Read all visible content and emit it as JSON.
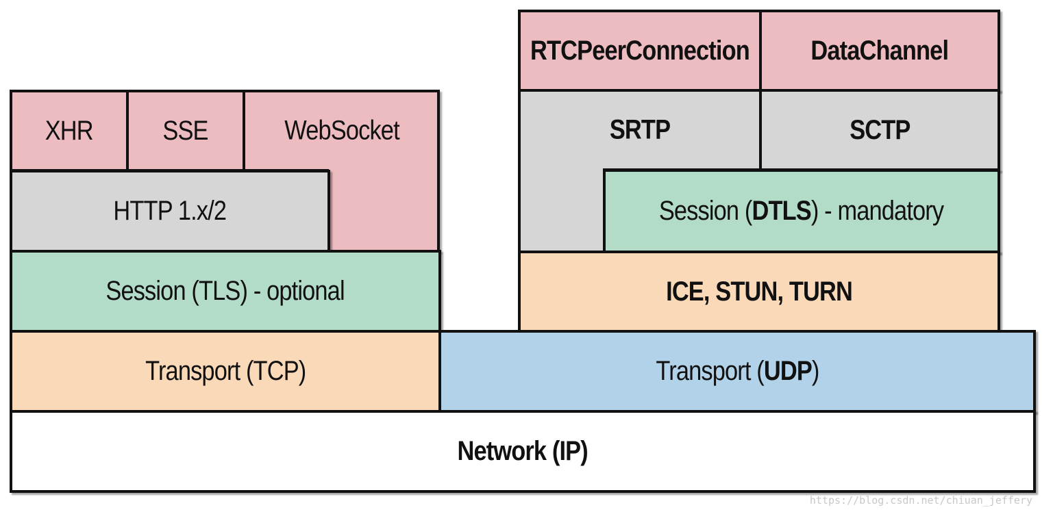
{
  "colors": {
    "api": "#ecbcc1",
    "protocol": "#d6d6d6",
    "session": "#b2dcc8",
    "transport_tcp": "#fad9b9",
    "transport_udp": "#b1d2e8",
    "network": "#ffffff",
    "border": "#111111"
  },
  "left_stack": {
    "xhr": "XHR",
    "sse": "SSE",
    "websocket": "WebSocket",
    "http": "HTTP 1.x/2",
    "session_tls": "Session (TLS) - optional",
    "transport_tcp": "Transport (TCP)"
  },
  "right_stack": {
    "rtcpeerconnection": "RTCPeerConnection",
    "datachannel": "DataChannel",
    "srtp": "SRTP",
    "sctp": "SCTP",
    "session_dtls_prefix": "Session (",
    "session_dtls_bold": "DTLS",
    "session_dtls_suffix": ") - mandatory",
    "ice_stun_turn": "ICE, STUN, TURN",
    "transport_udp_prefix": "Transport (",
    "transport_udp_bold": "UDP",
    "transport_udp_suffix": ")"
  },
  "network": {
    "label": "Network (IP)"
  },
  "watermark": "https://blog.csdn.net/chiuan_jeffery"
}
